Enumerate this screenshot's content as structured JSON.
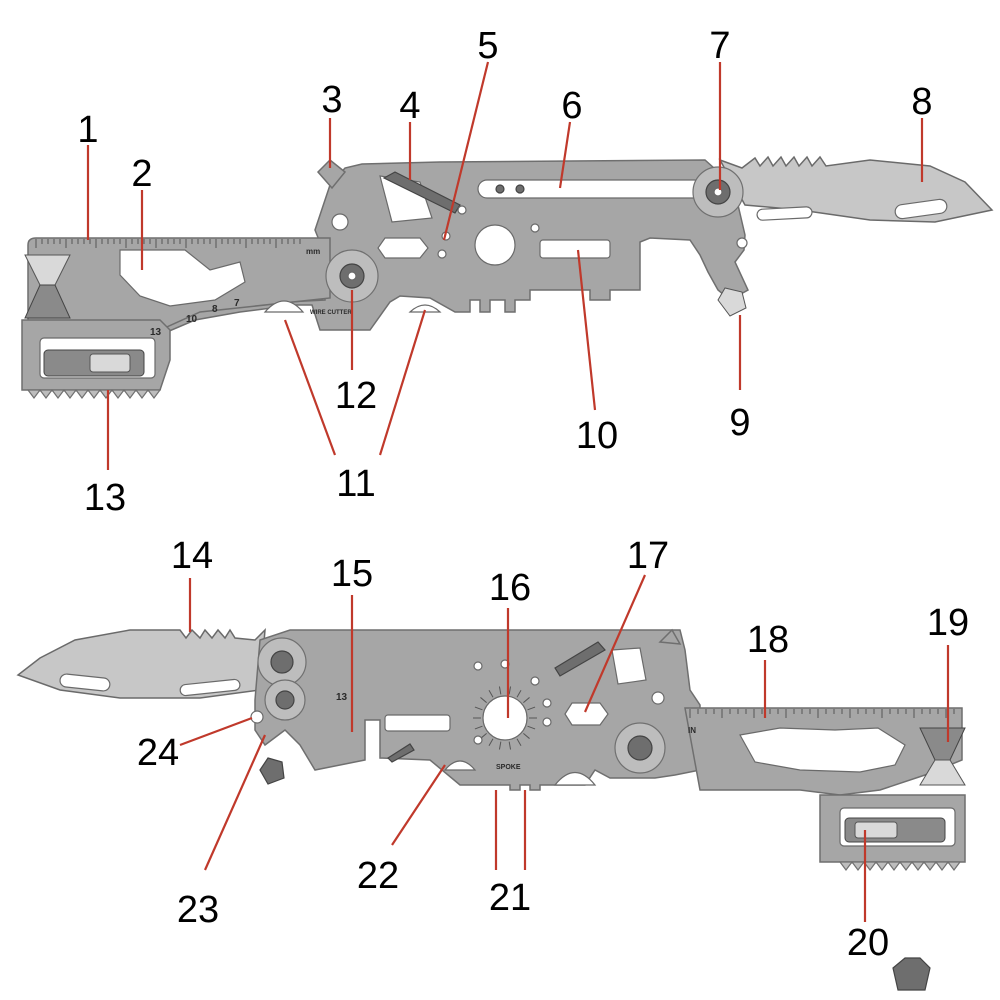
{
  "colors": {
    "leader": "#c0392b",
    "tool_body": "#a6a6a6",
    "blade": "#c7c7c7",
    "background": "#ffffff"
  },
  "top_view": {
    "etched": {
      "unit": "mm",
      "size_13": "13",
      "size_10": "10",
      "size_8": "8",
      "size_7": "7",
      "wire_cutter": "WIRE CUTTER"
    }
  },
  "bottom_view": {
    "etched": {
      "unit": "IN",
      "size_13": "13",
      "spoke": "SPOKE"
    }
  },
  "callouts": {
    "c1": "1",
    "c2": "2",
    "c3": "3",
    "c4": "4",
    "c5": "5",
    "c6": "6",
    "c7": "7",
    "c8": "8",
    "c9": "9",
    "c10": "10",
    "c11": "11",
    "c12": "12",
    "c13": "13",
    "c14": "14",
    "c15": "15",
    "c16": "16",
    "c17": "17",
    "c18": "18",
    "c19": "19",
    "c20": "20",
    "c21": "21",
    "c22": "22",
    "c23": "23",
    "c24": "24"
  }
}
